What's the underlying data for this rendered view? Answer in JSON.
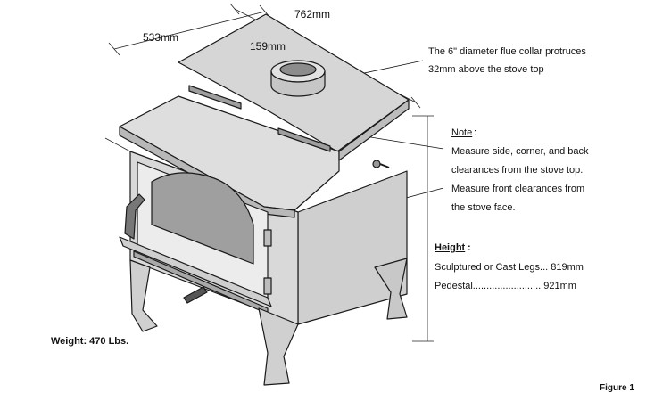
{
  "dimensions": {
    "width": "762mm",
    "depth": "533mm",
    "flue_offset": "159mm"
  },
  "flue_note": {
    "line1": "The 6\" diameter flue collar protruces",
    "line2": "32mm above the stove top"
  },
  "note": {
    "title": "Note",
    "line1": "Measure side, corner, and back",
    "line2": "clearances from the stove top.",
    "line3": "Measure front clearances from",
    "line4": "the stove face."
  },
  "height": {
    "title": "Height",
    "row1": "Sculptured or Cast Legs... 819mm",
    "row2": "Pedestal.........................  921mm"
  },
  "weight": "Weight: 470 Lbs.",
  "figure_label": "Figure 1",
  "colors": {
    "stove_fill": "#d9d9d9",
    "stove_light": "#ececec",
    "stove_dark": "#a6a6a6",
    "outline": "#1a1a1a"
  }
}
